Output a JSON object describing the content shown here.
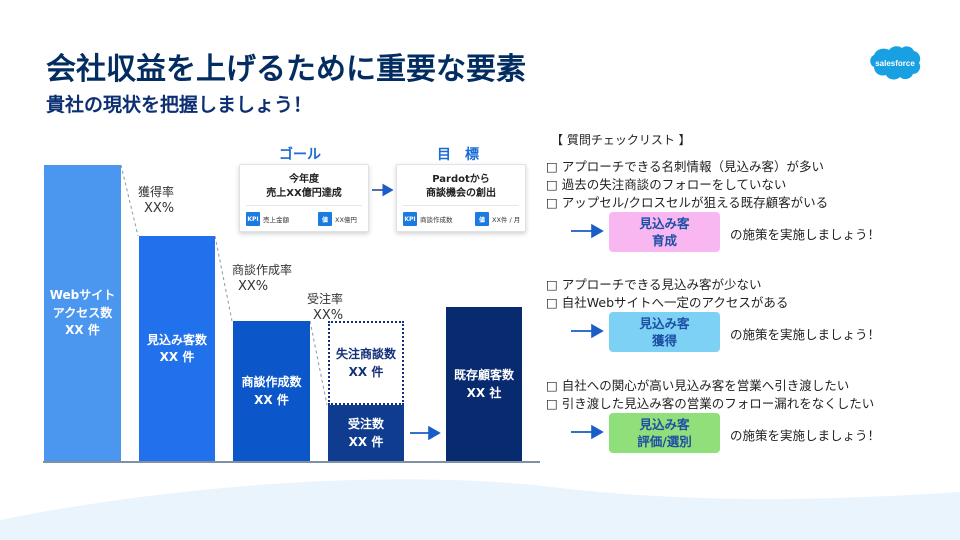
{
  "header": {
    "title": "会社収益を上げるために重要な要素",
    "subtitle": "貴社の現状を把握しましょう！",
    "logo_text": "salesforce"
  },
  "colors": {
    "title": "#032d60",
    "bar_web": "#4b97f0",
    "bar_prospect": "#2271ec",
    "bar_deal": "#0b57c9",
    "bar_order": "#0f3c8f",
    "bar_existing": "#082a6e",
    "pill_nurture": "#f8b7f0",
    "pill_acquire": "#7dd1f4",
    "pill_evaluate": "#8fe07a",
    "accent": "#1a6bd6"
  },
  "funnel": {
    "bars": [
      {
        "id": "web",
        "lines": [
          "Webサイト",
          "アクセス数",
          "XX 件"
        ]
      },
      {
        "id": "prospect",
        "lines": [
          "見込み客数",
          "XX 件"
        ]
      },
      {
        "id": "deal",
        "lines": [
          "商談作成数",
          "XX 件"
        ]
      },
      {
        "id": "order",
        "lines": [
          "受注数",
          "XX 件"
        ]
      },
      {
        "id": "existing",
        "lines": [
          "既存顧客数",
          "XX 社"
        ]
      }
    ],
    "lost": {
      "lines": [
        "失注商談数",
        "XX 件"
      ]
    },
    "rates": [
      {
        "label": "獲得率",
        "value": "XX%"
      },
      {
        "label": "商談作成率",
        "value": "XX%"
      },
      {
        "label": "受注率",
        "value": "XX%"
      }
    ]
  },
  "goals": {
    "goal_label": "ゴール",
    "target_label": "目　標",
    "goal_card": {
      "lines": [
        "今年度",
        "売上XX億円達成"
      ],
      "kpi_badge": "KPI",
      "kpi_text": "売上金額",
      "value_badge": "値",
      "value_text": "XX億円"
    },
    "target_card": {
      "lines": [
        "Pardotから",
        "商談機会の創出"
      ],
      "kpi_badge": "KPI",
      "kpi_text": "商談作成数",
      "value_badge": "値",
      "value_text": "XX件 / 月"
    }
  },
  "checklist": {
    "title": "【 質問チェックリスト 】",
    "groups": [
      {
        "items": [
          "□ アプローチできる名刺情報（見込み客）が多い",
          "□ 過去の失注商談のフォローをしていない",
          "□ アップセル/クロスセルが狙える既存顧客がいる"
        ],
        "pill": [
          "見込み客",
          "育成"
        ],
        "suffix": "の施策を実施しましょう！"
      },
      {
        "items": [
          "□ アプローチできる見込み客が少ない",
          "□ 自社Webサイトへ一定のアクセスがある"
        ],
        "pill": [
          "見込み客",
          "獲得"
        ],
        "suffix": "の施策を実施しましょう！"
      },
      {
        "items": [
          "□ 自社への関心が高い見込み客を営業へ引き渡したい",
          "□ 引き渡した見込み客の営業のフォロー漏れをなくしたい"
        ],
        "pill": [
          "見込み客",
          "評価/選別"
        ],
        "suffix": "の施策を実施しましょう！"
      }
    ]
  }
}
